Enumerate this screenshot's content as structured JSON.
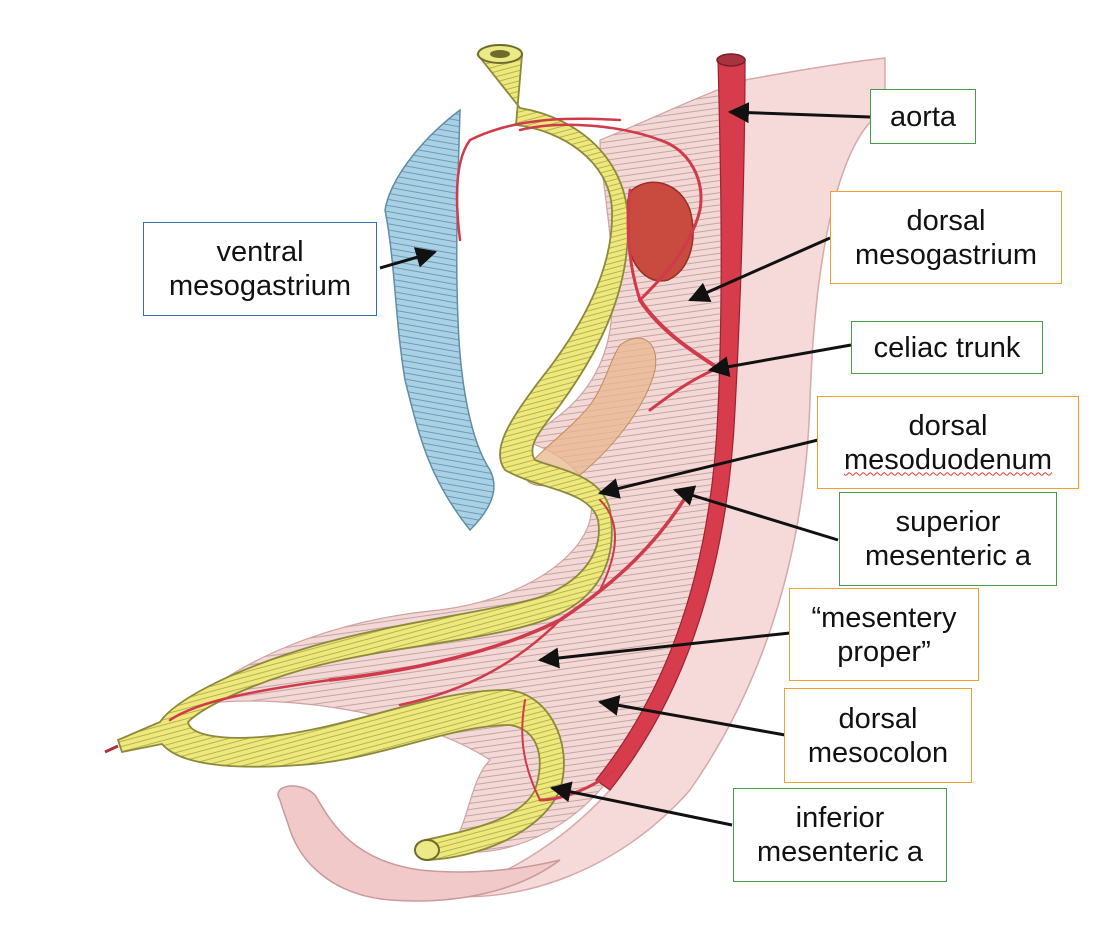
{
  "labels": {
    "aorta": [
      "aorta"
    ],
    "dorsal_mesogastrium": [
      "dorsal",
      "mesogastrium"
    ],
    "ventral_mesogastrium": [
      "ventral",
      "mesogastrium"
    ],
    "celiac_trunk": [
      "celiac trunk"
    ],
    "dorsal_mesoduodenum": [
      "dorsal",
      "mesoduodenum"
    ],
    "superior_mesenteric_a": [
      "superior",
      "mesenteric a"
    ],
    "mesentery_proper": [
      "“mesentery",
      "proper”"
    ],
    "dorsal_mesocolon": [
      "dorsal",
      "mesocolon"
    ],
    "inferior_mesenteric_a": [
      "inferior",
      "mesenteric a"
    ]
  },
  "colors": {
    "green_border": "#43a047",
    "orange_border": "#f0a030",
    "blue_border": "#2f6fb8",
    "mesentery": "#f3d9d6",
    "gut": "#ece773",
    "artery": "#d03a4a",
    "ventral_mesogastrium": "#a9d1e6",
    "spleen": "#c9453a",
    "pancreas": "#e9b98f"
  }
}
